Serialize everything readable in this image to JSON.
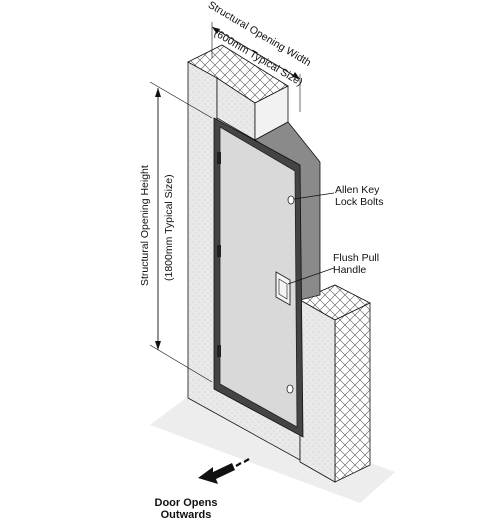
{
  "labels": {
    "width_line1": "Structural Opening Width",
    "width_line2": "(600mm Typical Size)",
    "height_line1": "Structural Opening Height",
    "height_line2": "(1800mm Typical Size)",
    "lock_line1": "Allen Key",
    "lock_line2": "Lock Bolts",
    "handle_line1": "Flush Pull",
    "handle_line2": "Handle",
    "opens_line1": "Door Opens",
    "opens_line2": "Outwards"
  },
  "colors": {
    "wall_face": "#e6e6e6",
    "floor": "#ededed",
    "door_face": "#d9d9d9",
    "frame": "#444444",
    "reveal": "#8a8a8a",
    "line": "#111111"
  }
}
